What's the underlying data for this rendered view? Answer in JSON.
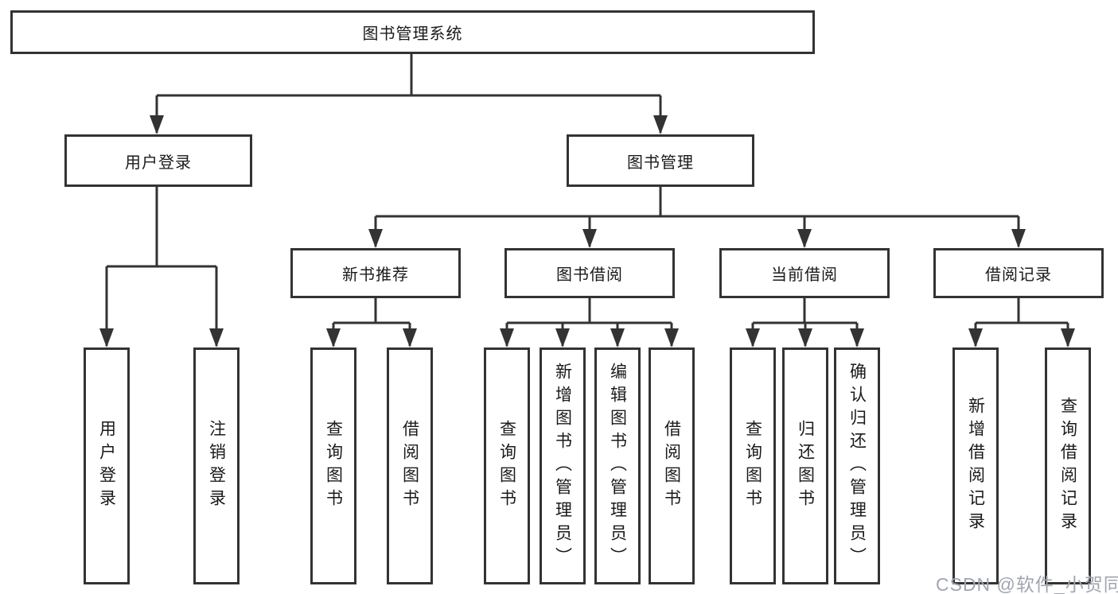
{
  "colors": {
    "line": "#333333",
    "box_border": "#333333",
    "box_background": "#ffffff",
    "text": "#1a1a1a",
    "watermark": "#a0a5af"
  },
  "tree": {
    "root": {
      "label": "图书管理系统"
    },
    "level2": [
      {
        "label": "用户登录"
      },
      {
        "label": "图书管理"
      }
    ],
    "level3": [
      {
        "label": "新书推荐"
      },
      {
        "label": "图书借阅"
      },
      {
        "label": "当前借阅"
      },
      {
        "label": "借阅记录"
      }
    ],
    "leaves": {
      "user_login": [
        "用户登录",
        "注销登录"
      ],
      "new_book_recommend": [
        "查询图书",
        "借阅图书"
      ],
      "book_borrow": [
        "查询图书",
        "新增图书（管理员）",
        "编辑图书（管理员）",
        "借阅图书"
      ],
      "current_borrow": [
        "查询图书",
        "归还图书",
        "确认归还（管理员）"
      ],
      "borrow_records": [
        "新增借阅记录",
        "查询借阅记录"
      ]
    }
  },
  "watermark": {
    "text": "CSDN @软件_小贺同学"
  }
}
